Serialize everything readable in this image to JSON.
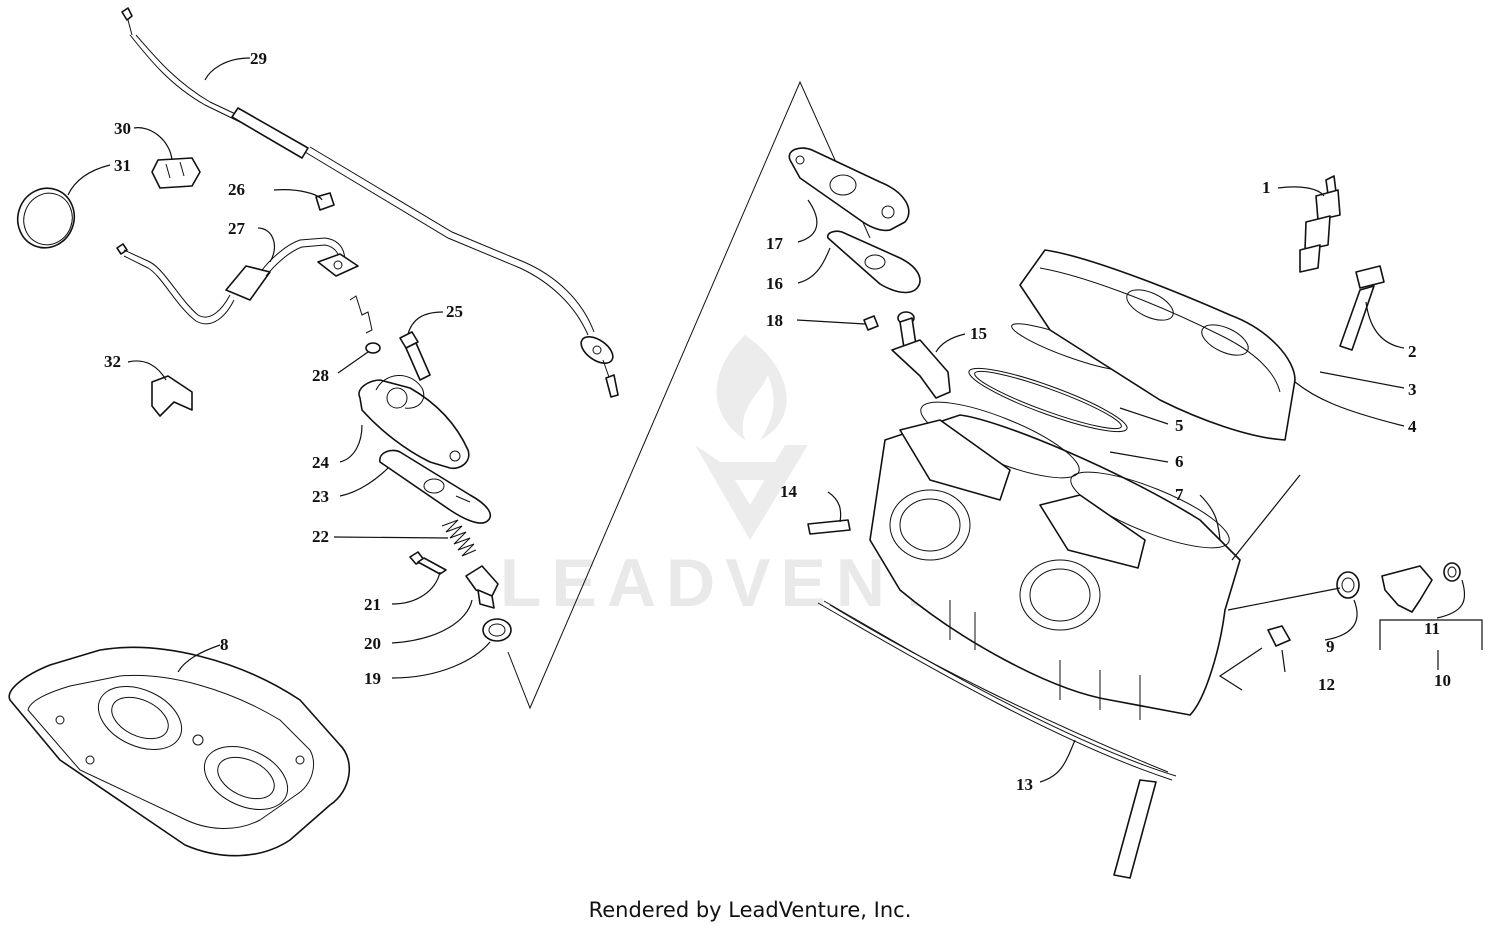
{
  "watermark": {
    "brand": "LEADVENTURE",
    "logo": "leadventure-flame-logo"
  },
  "footer": {
    "credit": "Rendered by LeadVenture, Inc."
  },
  "callouts": [
    {
      "id": "c1",
      "label": "1"
    },
    {
      "id": "c2",
      "label": "2"
    },
    {
      "id": "c3",
      "label": "3"
    },
    {
      "id": "c4",
      "label": "4"
    },
    {
      "id": "c5",
      "label": "5"
    },
    {
      "id": "c6",
      "label": "6"
    },
    {
      "id": "c7",
      "label": "7"
    },
    {
      "id": "c8",
      "label": "8"
    },
    {
      "id": "c9",
      "label": "9"
    },
    {
      "id": "c10",
      "label": "10"
    },
    {
      "id": "c11",
      "label": "11"
    },
    {
      "id": "c12",
      "label": "12"
    },
    {
      "id": "c13",
      "label": "13"
    },
    {
      "id": "c14",
      "label": "14"
    },
    {
      "id": "c15",
      "label": "15"
    },
    {
      "id": "c16",
      "label": "16"
    },
    {
      "id": "c17",
      "label": "17"
    },
    {
      "id": "c18",
      "label": "18"
    },
    {
      "id": "c19",
      "label": "19"
    },
    {
      "id": "c20",
      "label": "20"
    },
    {
      "id": "c21",
      "label": "21"
    },
    {
      "id": "c22",
      "label": "22"
    },
    {
      "id": "c23",
      "label": "23"
    },
    {
      "id": "c24",
      "label": "24"
    },
    {
      "id": "c25",
      "label": "25"
    },
    {
      "id": "c26",
      "label": "26"
    },
    {
      "id": "c27",
      "label": "27"
    },
    {
      "id": "c28",
      "label": "28"
    },
    {
      "id": "c29",
      "label": "29"
    },
    {
      "id": "c30",
      "label": "30"
    },
    {
      "id": "c31",
      "label": "31"
    },
    {
      "id": "c32",
      "label": "32"
    }
  ]
}
